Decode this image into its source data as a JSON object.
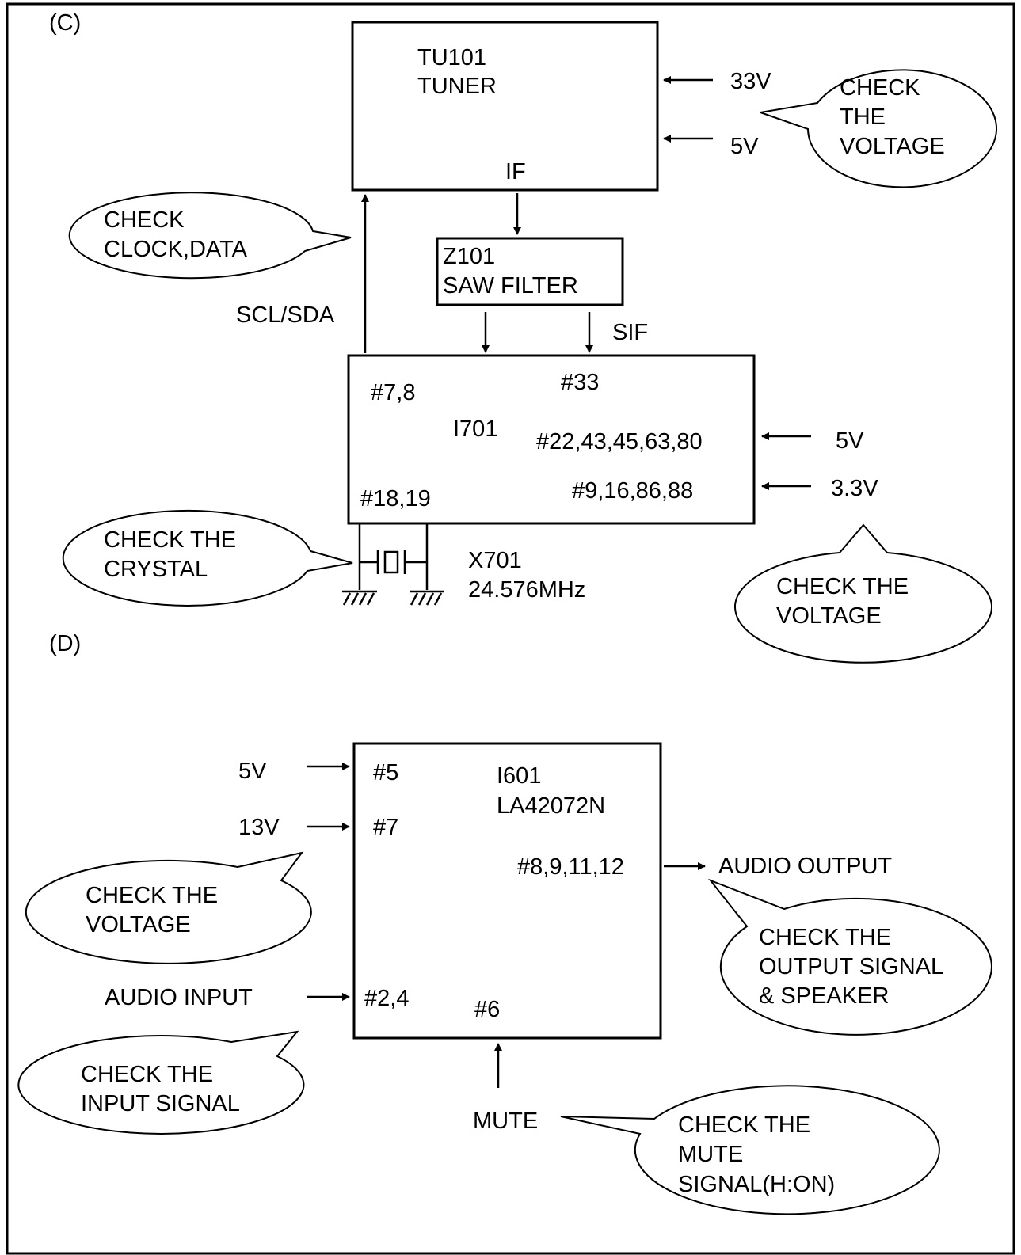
{
  "section_c": {
    "label": "(C)",
    "tuner": {
      "ref": "TU101",
      "name": "TUNER",
      "if_label": "IF"
    },
    "tuner_supply": {
      "v1": "33V",
      "v2": "5V"
    },
    "tuner_callout": {
      "line1": "CHECK",
      "line2": "THE",
      "line3": "VOLTAGE"
    },
    "bus_callout": {
      "line1": "CHECK",
      "line2": "CLOCK,DATA"
    },
    "bus_label": "SCL/SDA",
    "saw": {
      "ref": "Z101",
      "name": "SAW FILTER",
      "sif_label": "SIF"
    },
    "ic": {
      "ref": "I701",
      "pin_7_8": "#7,8",
      "pin_33": "#33",
      "pins_5v": "#22,43,45,63,80",
      "pins_33v": "#9,16,86,88",
      "pin_18_19": "#18,19",
      "supply_5v": "5V",
      "supply_33v": "3.3V"
    },
    "crystal_callout": {
      "line1": "CHECK THE",
      "line2": "CRYSTAL"
    },
    "crystal": {
      "ref": "X701",
      "freq": "24.576MHz"
    },
    "ic_callout": {
      "line1": "CHECK THE",
      "line2": "VOLTAGE"
    }
  },
  "section_d": {
    "label": "(D)",
    "amp": {
      "ref": "I601",
      "part": "LA42072N"
    },
    "inputs": {
      "v5": "5V",
      "pin5": "#5",
      "v13": "13V",
      "pin7": "#7",
      "audio_in": "AUDIO INPUT",
      "pin24": "#2,4"
    },
    "output": {
      "pins": "#8,9,11,12",
      "label": "AUDIO OUTPUT"
    },
    "mute": {
      "pin": "#6",
      "label": "MUTE"
    },
    "voltage_callout": {
      "line1": "CHECK THE",
      "line2": "VOLTAGE"
    },
    "input_callout": {
      "line1": "CHECK THE",
      "line2": "INPUT SIGNAL"
    },
    "output_callout": {
      "line1": "CHECK THE",
      "line2": "OUTPUT SIGNAL",
      "line3": "& SPEAKER"
    },
    "mute_callout": {
      "line1": "CHECK THE",
      "line2": "MUTE",
      "line3": "SIGNAL(H:ON)"
    }
  }
}
